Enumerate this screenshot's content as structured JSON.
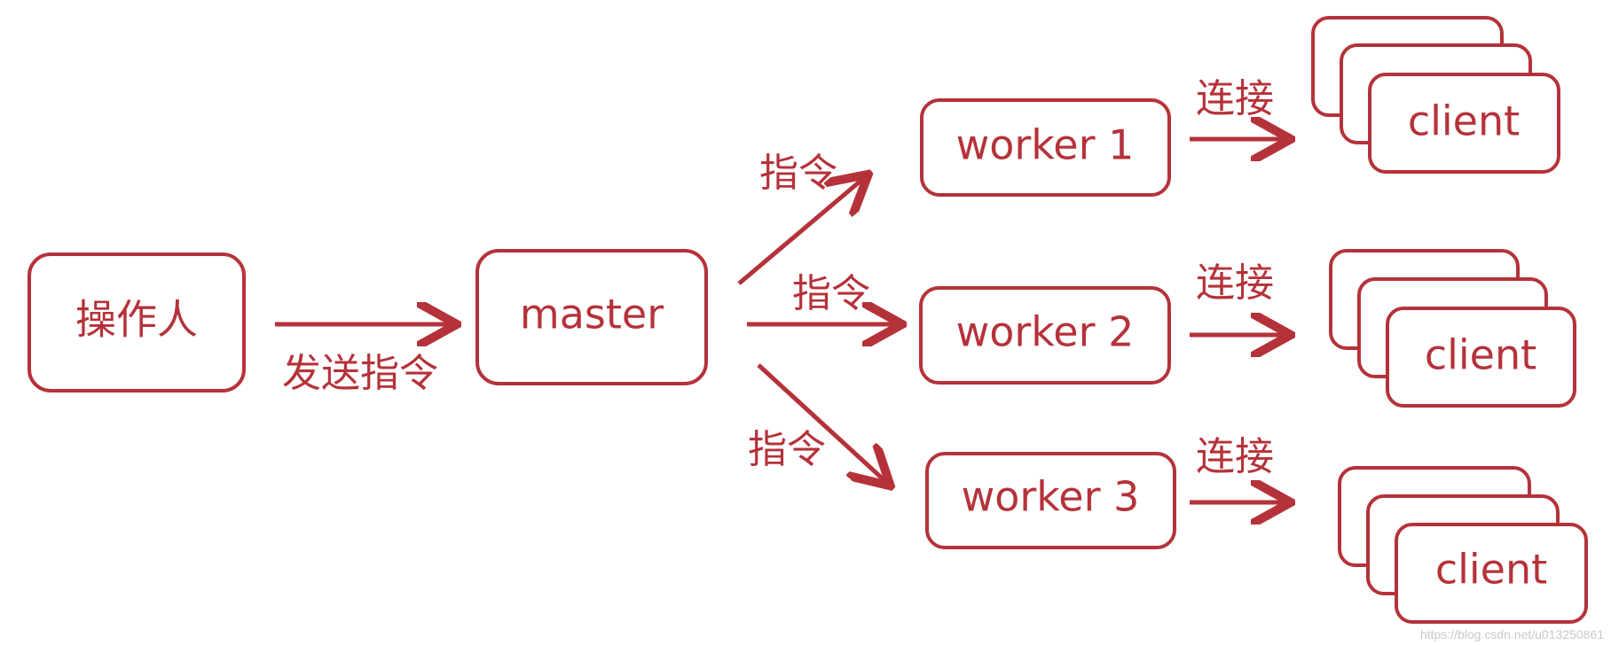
{
  "nodes": {
    "operator": {
      "label": "操作人"
    },
    "master": {
      "label": "master"
    },
    "worker1": {
      "label": "worker 1"
    },
    "worker2": {
      "label": "worker 2"
    },
    "worker3": {
      "label": "worker 3"
    },
    "client_group_1": {
      "label": "client"
    },
    "client_group_2": {
      "label": "client"
    },
    "client_group_3": {
      "label": "client"
    }
  },
  "edges": {
    "operator_to_master": {
      "label": "发送指令"
    },
    "master_to_worker1": {
      "label": "指令"
    },
    "master_to_worker2": {
      "label": "指令"
    },
    "master_to_worker3": {
      "label": "指令"
    },
    "worker1_to_clients": {
      "label": "连接"
    },
    "worker2_to_clients": {
      "label": "连接"
    },
    "worker3_to_clients": {
      "label": "连接"
    }
  },
  "watermark": "https://blog.csdn.net/u013250861",
  "colors": {
    "accent": "#b5323a",
    "background": "#ffffff"
  }
}
